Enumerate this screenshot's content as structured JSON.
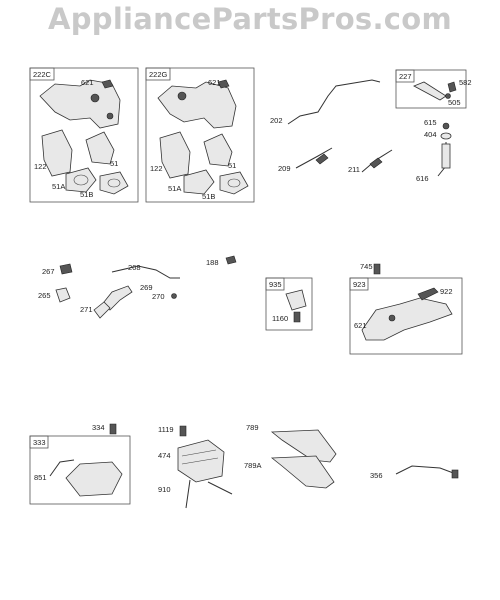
{
  "watermark": "AppliancePartsPros.com",
  "boxes": {
    "b222c": "222C",
    "b222g": "222G",
    "b227": "227",
    "b935": "935",
    "b923": "923",
    "b333": "333"
  },
  "parts": {
    "p621a": "621",
    "p122a": "122",
    "p51a": "51",
    "p51Aa": "51A",
    "p51Ba": "51B",
    "p621b": "621",
    "p122b": "122",
    "p51b": "51",
    "p51Ab": "51A",
    "p51Bb": "51B",
    "p202": "202",
    "p209": "209",
    "p211": "211",
    "p582": "582",
    "p505": "505",
    "p615": "615",
    "p404": "404",
    "p616": "616",
    "p188": "188",
    "p267": "267",
    "p268": "268",
    "p269": "269",
    "p265": "265",
    "p271": "271",
    "p270": "270",
    "p1160": "1160",
    "p745": "745",
    "p922": "922",
    "p621c": "621",
    "p334": "334",
    "p851": "851",
    "p1119": "1119",
    "p474": "474",
    "p910": "910",
    "p789": "789",
    "p789A": "789A",
    "p356": "356"
  }
}
